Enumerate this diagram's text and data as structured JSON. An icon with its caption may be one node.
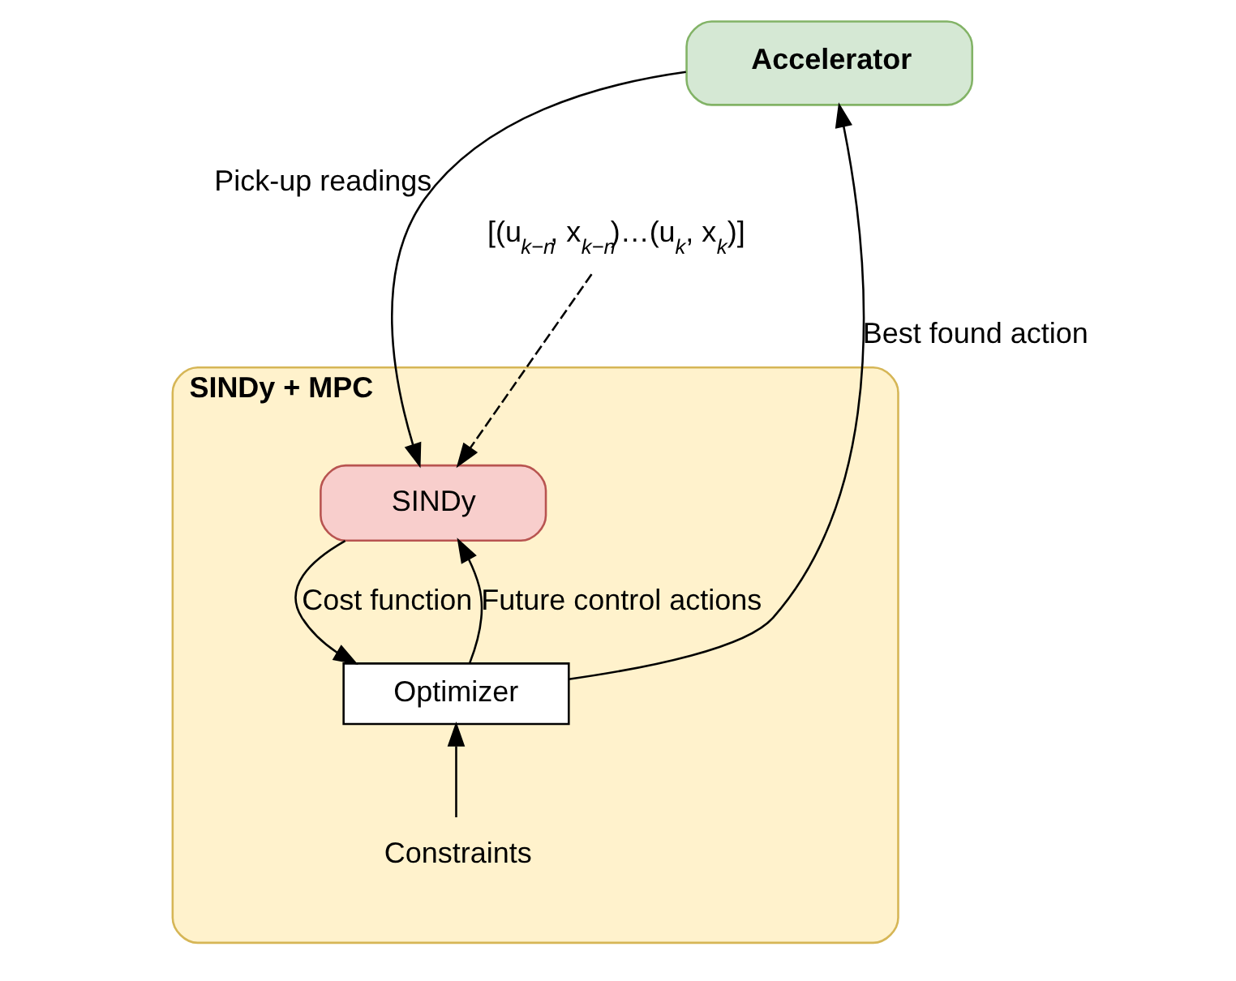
{
  "diagram": {
    "nodes": [
      {
        "text": [
          "Accelerator"
        ]
      },
      {
        "text": [
          "SINDy + MPC"
        ]
      },
      {
        "text": [
          "SINDy"
        ],
        "in": 1
      },
      {
        "text": [
          "Optimizer"
        ],
        "in": 1
      },
      {
        "text": [
          "Constraints"
        ],
        "in": 1
      },
      {
        "text": [
          "[(u$_{k−n}$, x$_{k−n}$)…(u$_{k}$, x$_{k}$)]"
        ]
      }
    ],
    "edges": [
      {
        "from": 0,
        "to": 2,
        "arrow": "to",
        "label": "Pick-up readings"
      },
      {
        "from": 3,
        "to": 0,
        "arrow": "to",
        "label": "Best found action"
      },
      {
        "from": 2,
        "to": 3,
        "arrow": "to",
        "label": "Cost function"
      },
      {
        "from": 3,
        "to": 2,
        "arrow": "to",
        "label": "Future control actions"
      },
      {
        "from": 4,
        "to": 3,
        "arrow": "to"
      },
      {
        "from": 5,
        "to": 2,
        "arrow": "to",
        "style": "dashed"
      }
    ]
  }
}
